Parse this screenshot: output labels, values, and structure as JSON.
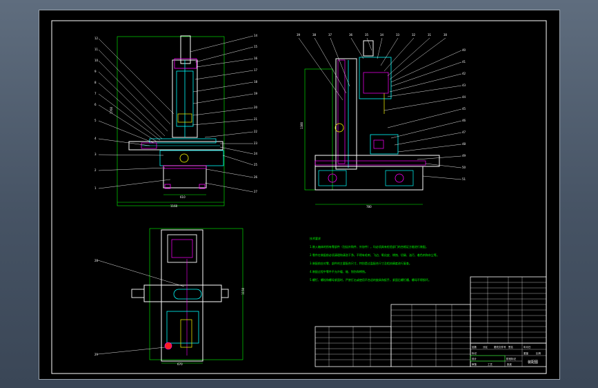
{
  "drawing": {
    "front_view": {
      "part_numbers_left": [
        "12",
        "11",
        "10",
        "9",
        "8",
        "7",
        "6",
        "5",
        "4",
        "3",
        "2",
        "1"
      ],
      "part_numbers_right": [
        "14",
        "15",
        "16",
        "17",
        "18",
        "19",
        "20",
        "21",
        "22",
        "23",
        "24",
        "25",
        "26",
        "27"
      ],
      "dim_width": "1160",
      "dim_base": "610",
      "dim_height": "1760"
    },
    "side_view": {
      "part_numbers_top": [
        "39",
        "38",
        "37",
        "36",
        "35",
        "34",
        "33",
        "32",
        "31",
        "30"
      ],
      "part_numbers_right": [
        "40",
        "41",
        "42",
        "43",
        "44",
        "45",
        "46",
        "47",
        "48",
        "49",
        "50",
        "51"
      ],
      "dim_width": "780",
      "dim_height": "1380"
    },
    "top_view": {
      "label_upper": "28",
      "label_lower": "29",
      "dim_width": "670",
      "dim_height": "1150"
    }
  },
  "notes": {
    "title": "技术要求",
    "lines": [
      "1.装入箱体的所有零部件（包括外购件、外协件），均必须具有检验部门的合格证方能进行装配。",
      "2.零件在装配前必须清理和清洗干净，不得有毛刺、飞边、氧化皮、锈蚀、切屑、油污、着色剂和灰尘等。",
      "3.装配前应对零、部件的主要配合尺寸，特别是过盈配合尺寸及相关精度进行复查。",
      "4.装配过程中零件不允许磕、碰、划伤和锈蚀。",
      "5.螺钉、螺栓和螺母紧固时，严禁打击或使用不合适的旋具和扳手，紧固后螺钉槽、螺母不得损坏。"
    ]
  },
  "title_block": {
    "drawing_name": "装配图",
    "row_labels": [
      "标记",
      "设计",
      "审核",
      "工艺",
      "批准"
    ],
    "col_labels": [
      "处数",
      "分区",
      "更改文件号",
      "签名",
      "年月日"
    ],
    "scale_labels": [
      "阶段标记",
      "重量",
      "比例"
    ]
  },
  "colors": {
    "sheet_bg": "#000000",
    "line": "#ffffff",
    "part": "#00ffff",
    "accent": "#ff00ff",
    "text_note": "#00ff00",
    "red": "#ff2020",
    "yellow": "#ffff00"
  }
}
